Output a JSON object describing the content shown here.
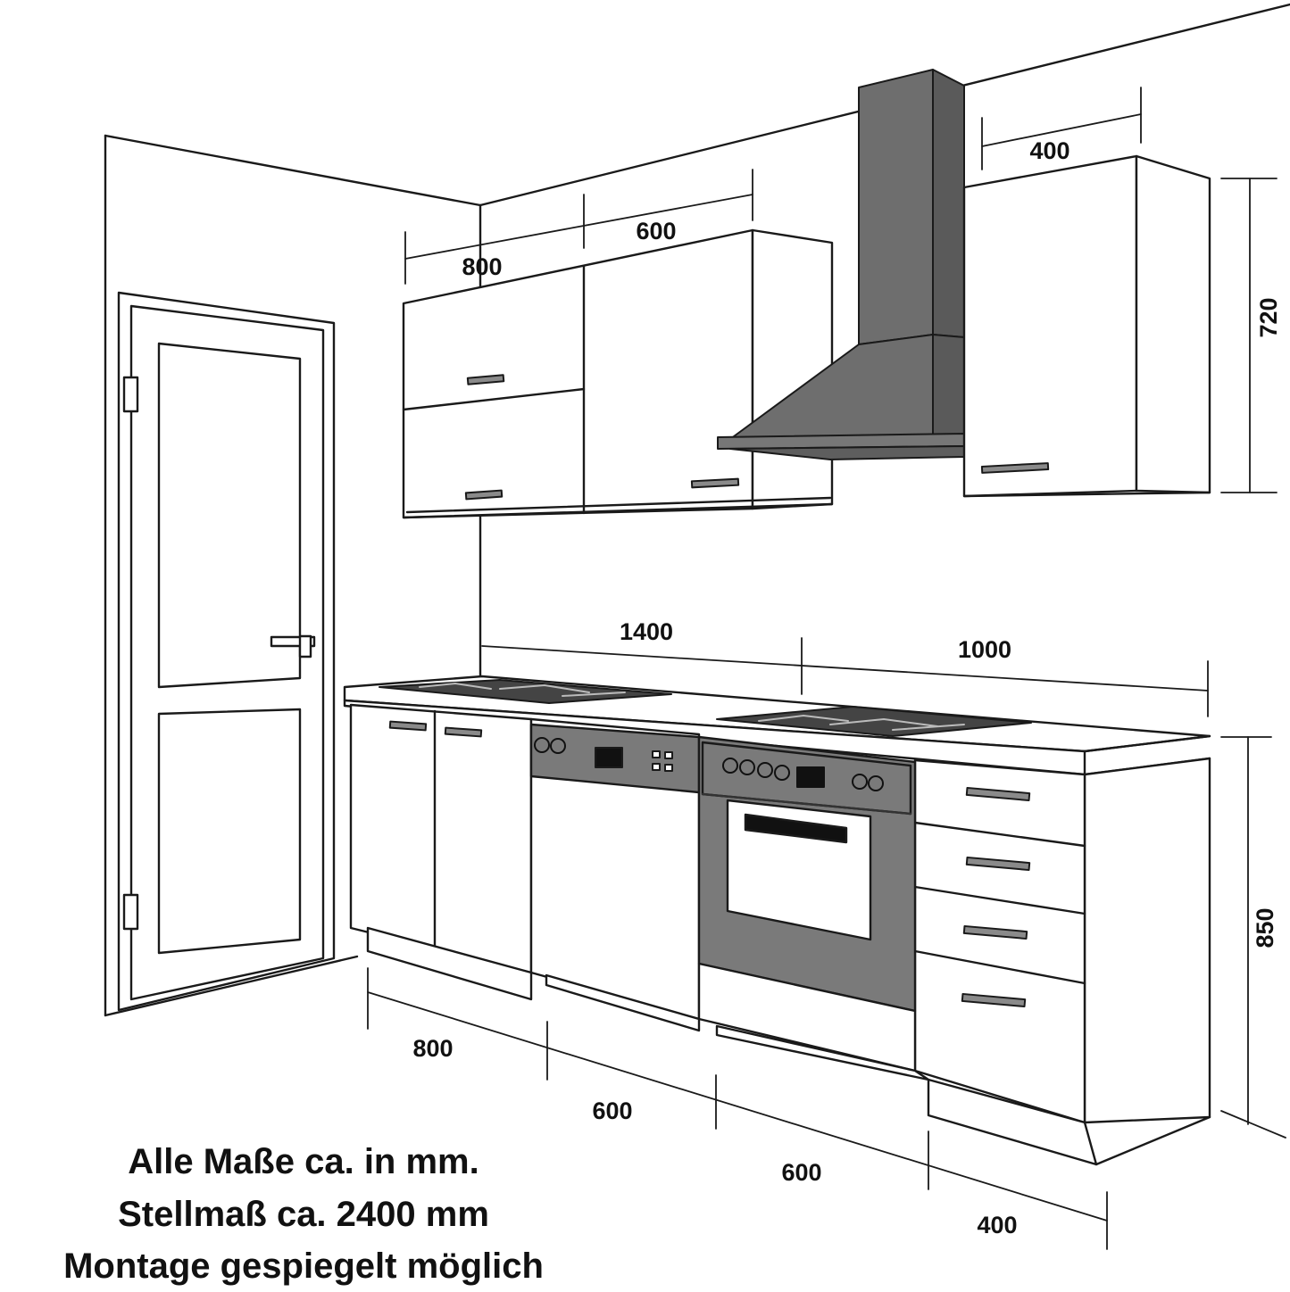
{
  "dimensions": {
    "upper_corner": "800",
    "upper_middle": "600",
    "upper_right_width": "400",
    "upper_height": "720",
    "counter_left": "1400",
    "counter_right": "1000",
    "base_height": "850",
    "base_1": "800",
    "base_2": "600",
    "base_3": "600",
    "base_4": "400"
  },
  "notes": {
    "line1": "Alle Maße ca. in mm.",
    "line2": "Stellmaß ca. 2400 mm",
    "line3": "Montage gespiegelt möglich"
  },
  "colors": {
    "line": "#1a1a1a",
    "appliance": "#7a7a7a",
    "hood": "#6e6e6e",
    "background": "#ffffff"
  }
}
